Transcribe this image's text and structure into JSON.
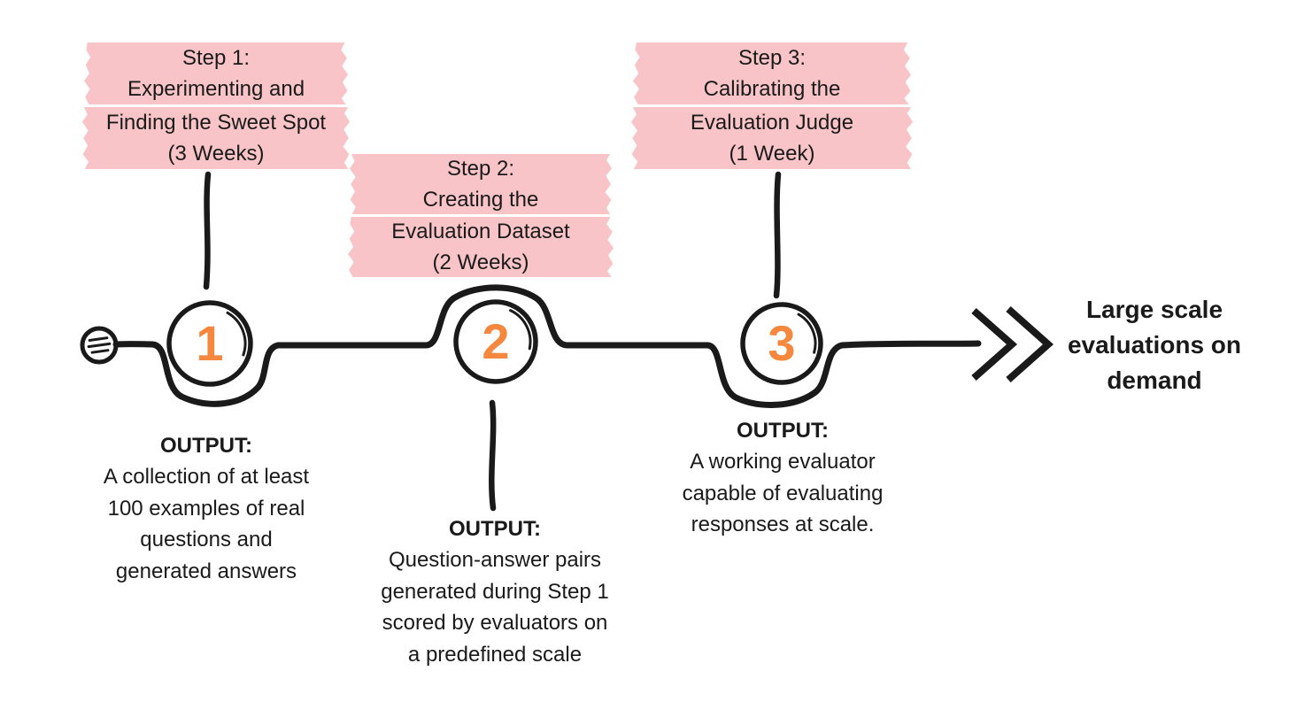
{
  "steps": [
    {
      "number": "1",
      "label_lines": [
        "Step 1:",
        "Experimenting and",
        "Finding the Sweet Spot",
        "(3 Weeks)"
      ],
      "output_heading": "OUTPUT:",
      "output_lines": [
        "A collection of at least",
        "100 examples of real",
        "questions and",
        "generated answers"
      ]
    },
    {
      "number": "2",
      "label_lines": [
        "Step 2:",
        "Creating the",
        "Evaluation Dataset",
        "(2 Weeks)"
      ],
      "output_heading": "OUTPUT:",
      "output_lines": [
        "Question-answer pairs",
        "generated during Step 1",
        "scored by evaluators on",
        "a predefined scale"
      ]
    },
    {
      "number": "3",
      "label_lines": [
        "Step 3:",
        "Calibrating the",
        "Evaluation Judge",
        "(1 Week)"
      ],
      "output_heading": "OUTPUT:",
      "output_lines": [
        "A working evaluator",
        "capable of evaluating",
        "responses at scale."
      ]
    }
  ],
  "end_label": {
    "lines": [
      "Large scale",
      "evaluations on",
      "demand"
    ]
  },
  "icons": {
    "start": "timeline-start-icon",
    "arrow": "double-chevron-icon"
  },
  "colors": {
    "ribbon_pink": "#f8c4c7",
    "number_orange": "#f6873f",
    "ink": "#1a1a1a"
  }
}
